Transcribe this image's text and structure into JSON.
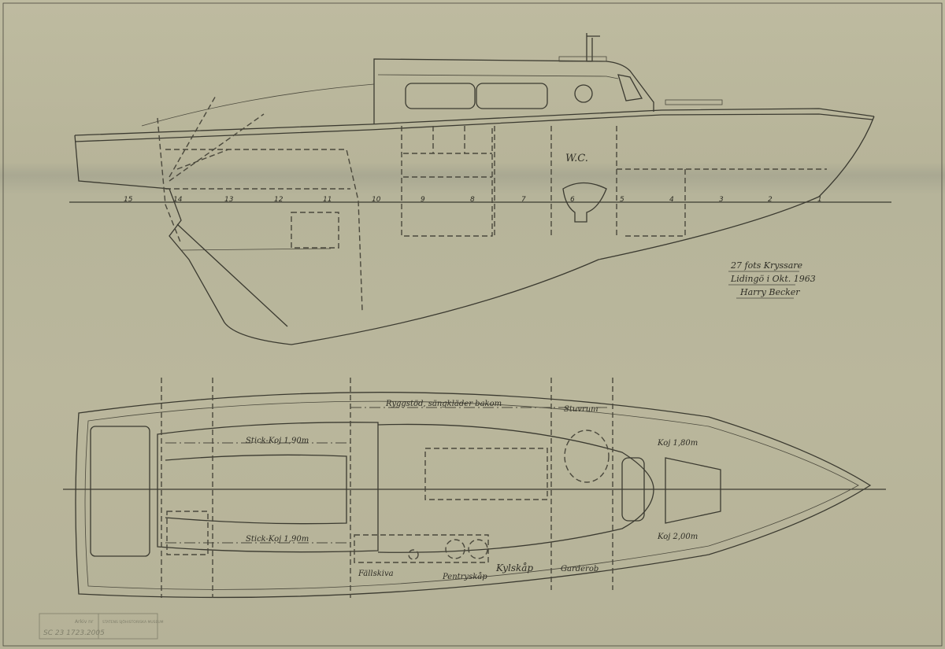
{
  "title_block": {
    "line1": "27 fots Kryssare",
    "line2": "Lidingö i Okt. 1963",
    "signature": "Harry Becker"
  },
  "profile": {
    "cabin_label": "W.C.",
    "stations": [
      "15",
      "14",
      "13",
      "12",
      "11",
      "10",
      "9",
      "8",
      "7",
      "6",
      "5",
      "4",
      "3",
      "2",
      "1"
    ]
  },
  "plan": {
    "labels": {
      "backrest": "Ryggstöd, sängkläder bakom",
      "storage": "Stuvrum",
      "berth_top": "Stick-Koj 1,90m",
      "berth_bottom": "Stick-Koj 1,90m",
      "vberth_top": "Koj 1,80m",
      "vberth_bottom": "Koj 2,00m",
      "folding_table": "Fällskiva",
      "pantry": "Pentryskåp",
      "fridge": "Kylskåp",
      "wardrobe": "Garderob"
    }
  },
  "stamp": {
    "archive": "Arkiv nr",
    "museum": "STATENS SJÖHISTORISKA MUSEUM",
    "number": "SC 23 1723.2005"
  }
}
